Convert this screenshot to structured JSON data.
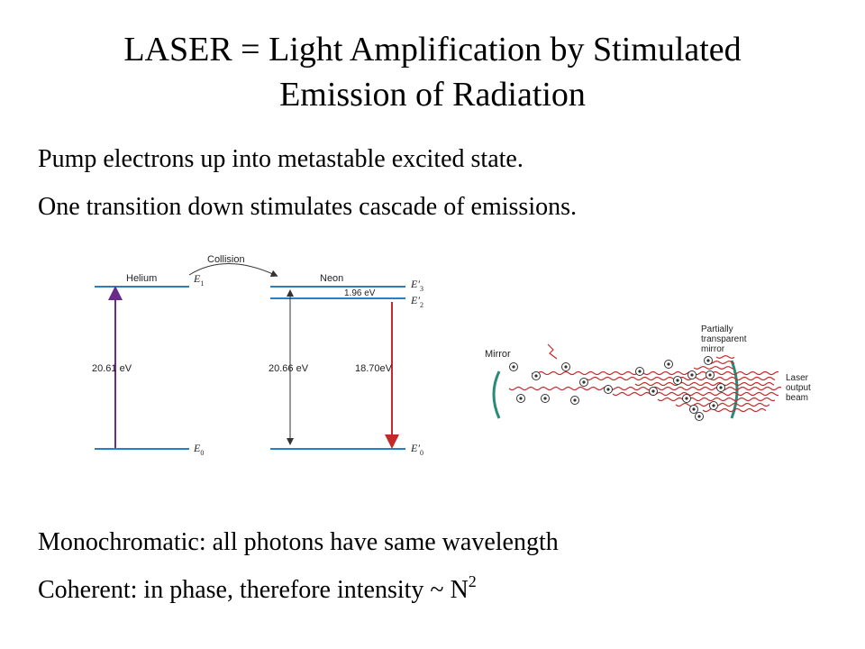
{
  "slide": {
    "title_line1": "LASER = Light Amplification by Stimulated",
    "title_line2": "Emission of Radiation",
    "bullets": [
      "Pump electrons up into metastable excited state.",
      "One transition down stimulates cascade of emissions.",
      "Monochromatic:  all photons have same wavelength",
      "Coherent:  in phase, therefore intensity ~ N"
    ],
    "exponent": "2"
  },
  "energy_diagram": {
    "collision": "Collision",
    "helium": "Helium",
    "neon": "Neon",
    "e1": "E",
    "e1_sub": "1",
    "e0": "E",
    "e0_sub": "0",
    "e3p": "E′",
    "e3p_sub": "3",
    "e2p": "E′",
    "e2p_sub": "2",
    "e0p": "E′",
    "e0p_sub": "0",
    "gap": "1.96 eV",
    "he_energy": "20.61 eV",
    "ne_energy": "20.66 eV",
    "laser_energy": "18.70eV",
    "colors": {
      "level": "#2a7fc0",
      "pump": "#6a2a8a",
      "emission": "#c42a2a"
    }
  },
  "cavity_diagram": {
    "mirror": "Mirror",
    "partial_line1": "Partially",
    "partial_line2": "transparent",
    "partial_line3": "mirror",
    "output_line1": "Laser",
    "output_line2": "output",
    "output_line3": "beam",
    "colors": {
      "mirror": "#2a8a7a",
      "wave": "#c42a2a"
    }
  }
}
